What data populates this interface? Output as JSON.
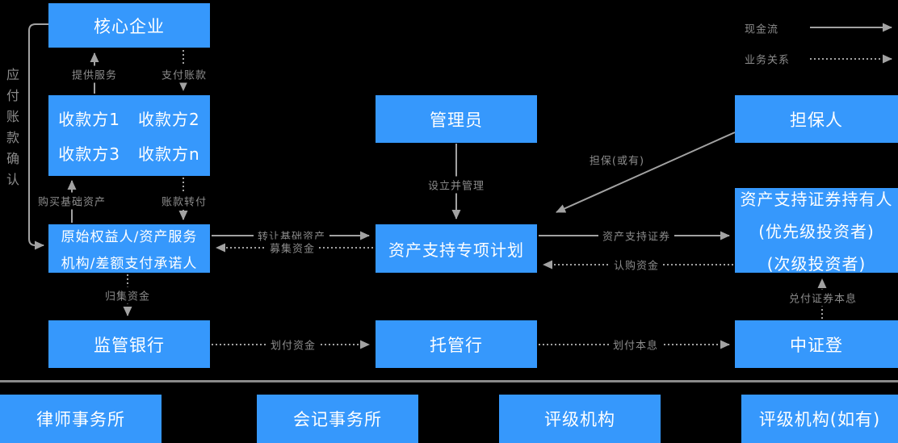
{
  "colors": {
    "node_fill": "#3698FC",
    "node_text": "#FFFFFF",
    "line_gray": "#A2A2A2",
    "label_gray": "#8C8C8C",
    "background": "#000000"
  },
  "side_note": {
    "text": "应付账款确认"
  },
  "legend": {
    "cash_flow": "现金流",
    "business_relation": "业务关系"
  },
  "nodes": {
    "core_enterprise": {
      "label": "核心企业"
    },
    "payees": {
      "p1": "收款方1",
      "p2": "收款方2",
      "p3": "收款方3",
      "pn": "收款方n"
    },
    "administrator": {
      "label": "管理员"
    },
    "guarantor": {
      "label": "担保人"
    },
    "originator": {
      "line1": "原始权益人/资产服务",
      "line2": "机构/差额支付承诺人"
    },
    "spv": {
      "label": "资产支持专项计划"
    },
    "holders": {
      "line1": "资产支持证券持有人",
      "line2": "(优先级投资者)",
      "line3": "(次级投资者)"
    },
    "supervisory_bank": {
      "label": "监管银行"
    },
    "custodian_bank": {
      "label": "托管行"
    },
    "csdc": {
      "label": "中证登"
    },
    "law_firm": {
      "label": "律师事务所"
    },
    "accounting_firm": {
      "label": "会记事务所"
    },
    "rating_agency": {
      "label": "评级机构"
    },
    "rating_agency_optional": {
      "label": "评级机构(如有)"
    }
  },
  "edges": {
    "provide_services": "提供服务",
    "pay_accounts": "支付账款",
    "purchase_base_assets": "购买基础资产",
    "transfer_accounts": "账款转付",
    "collect_funds": "归集资金",
    "establish_and_manage": "设立并管理",
    "transfer_base_assets": "转让基础资产",
    "raise_funds": "募集资金",
    "guarantee_contingent": "担保(或有)",
    "abs_securities": "资产支持证券",
    "subscription_funds": "认购资金",
    "redeem_securities_principal_interest": "兑付证券本息",
    "transfer_funds": "划付资金",
    "transfer_principal_interest": "划付本息"
  }
}
